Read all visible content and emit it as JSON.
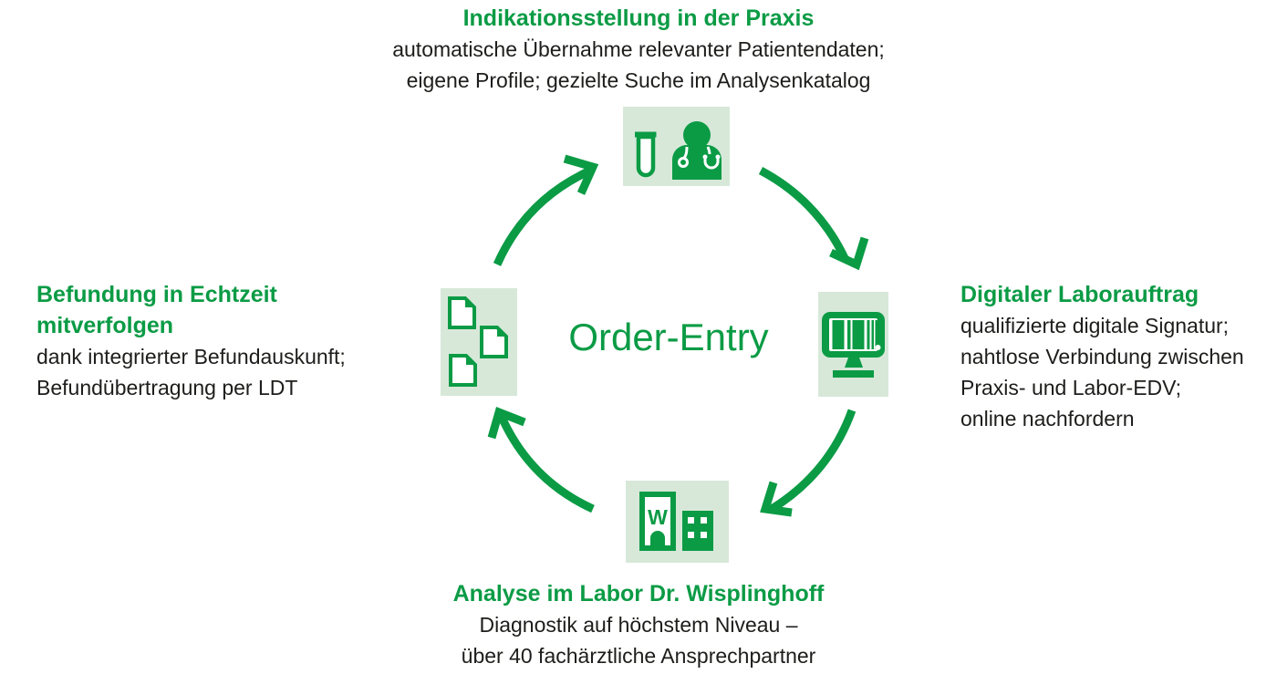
{
  "diagram": {
    "center_title": "Order-Entry",
    "stages": {
      "top": {
        "title": "Indikationsstellung in der Praxis",
        "description": [
          "automatische Übernahme relevanter Patientendaten;",
          "eigene Profile; gezielte Suche im Analysenkatalog"
        ],
        "icon": "testtube-doctor"
      },
      "right": {
        "title": "Digitaler Laborauftrag",
        "description": [
          "qualifizierte digitale Signatur;",
          "nahtlose Verbindung zwischen",
          "Praxis- und Labor-EDV;",
          "online nachfordern"
        ],
        "icon": "monitor-barcode"
      },
      "bottom": {
        "title": "Analyse im Labor Dr. Wisplinghoff",
        "description": [
          "Diagnostik auf höchstem Niveau –",
          "über 40 fachärztliche Ansprechpartner"
        ],
        "icon": "hospital-building"
      },
      "left": {
        "title": [
          "Befundung in Echtzeit",
          "mitverfolgen"
        ],
        "description": [
          "dank integrierter Befundauskunft;",
          "Befundübertragung per LDT"
        ],
        "icon": "documents"
      }
    },
    "hospital_logo_letter": "W",
    "flow": "clockwise",
    "colors": {
      "green": "#0b9b45",
      "icon_box_bg": "#d7e8d9",
      "body_text": "#1d1d1b"
    }
  }
}
